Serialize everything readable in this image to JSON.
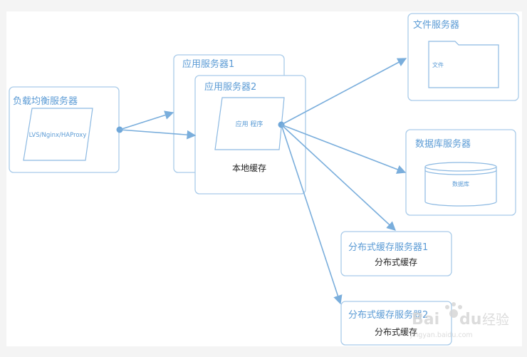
{
  "lb_server": {
    "title": "负载均衡服务器",
    "content": "LVS/Nginx/HAProxy"
  },
  "app_server_1": {
    "title": "应用服务器1"
  },
  "app_server_2": {
    "title": "应用服务器2",
    "program": "应用 程序",
    "local_cache": "本地缓存"
  },
  "file_server": {
    "title": "文件服务器",
    "content": "文件"
  },
  "db_server": {
    "title": "数据库服务器",
    "content": "数据库"
  },
  "cache_server_1": {
    "title": "分布式缓存服务器1",
    "content": "分布式缓存"
  },
  "cache_server_2": {
    "title": "分布式缓存服务器2",
    "content": "分布式缓存"
  },
  "watermark": {
    "logo": "Bai",
    "logo2": "du",
    "brand": "经验",
    "url": "jingyan.baidu.com"
  },
  "colors": {
    "box_border": "#a9cbe9",
    "arrow": "#7aaedc",
    "title_text": "#5b9bd5"
  }
}
